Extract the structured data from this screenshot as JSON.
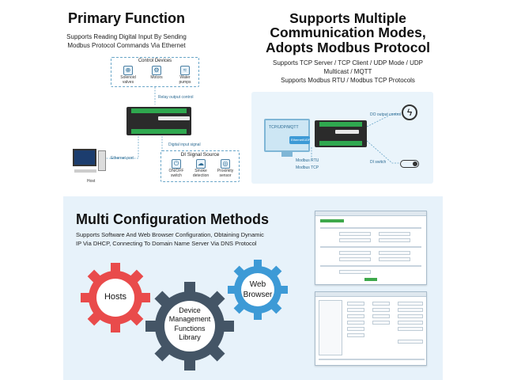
{
  "primary": {
    "title": "Primary Function",
    "subtitle_l1": "Supports Reading Digital Input By Sending",
    "subtitle_l2": "Modbus Protocol Commands Via Ethernet",
    "control_devices": "Control Devices",
    "devices": [
      {
        "label_l1": "Solenoid",
        "label_l2": "valves",
        "icon": "valve-icon"
      },
      {
        "label_l1": "Motors",
        "label_l2": "",
        "icon": "motor-icon"
      },
      {
        "label_l1": "Water",
        "label_l2": "pumps",
        "icon": "pump-icon"
      }
    ],
    "relay_output": "Relay output control",
    "digital_input": "Digital input signal",
    "ethernet_port": "Ethernet port",
    "host": "Host",
    "di_source": "DI Signal Source",
    "sources": [
      {
        "label_l1": "ON/OFF",
        "label_l2": "switch",
        "icon": "switch-icon"
      },
      {
        "label_l1": "Smoke",
        "label_l2": "detection",
        "icon": "smoke-icon"
      },
      {
        "label_l1": "Proximity",
        "label_l2": "sensor",
        "icon": "sensor-icon"
      }
    ]
  },
  "comms": {
    "title_l1": "Supports Multiple",
    "title_l2": "Communication Modes,",
    "title_l3": "Adopts Modbus Protocol",
    "sub_l1": "Supports TCP Server / TCP Client / UDP Mode / UDP",
    "sub_l2": "Multicast / MQTT",
    "sub_l3": "Supports Modbus RTU / Modbus TCP Protocols",
    "tcp_label": "TCP/UDP/MQTT",
    "ethernet_label": "Ethernet/UDP",
    "modbus_rtu": "Modbus RTU",
    "modbus_tcp": "Modbus TCP",
    "do_output": "DO output control",
    "di_switch": "DI switch"
  },
  "config": {
    "title": "Multi Configuration Methods",
    "sub_l1": "Supports Software And Web Browser Configuration, Obtaining Dynamic",
    "sub_l2": "IP Via DHCP, Connecting To Domain Name Server Via DNS Protocol",
    "gears": {
      "hosts": "Hosts",
      "web_l1": "Web",
      "web_l2": "Browser",
      "dev_l1": "Device",
      "dev_l2": "Management",
      "dev_l3": "Functions",
      "dev_l4": "Library"
    },
    "colors": {
      "red": "#e94b4b",
      "blue": "#3d9ad6",
      "dark": "#445566"
    }
  }
}
